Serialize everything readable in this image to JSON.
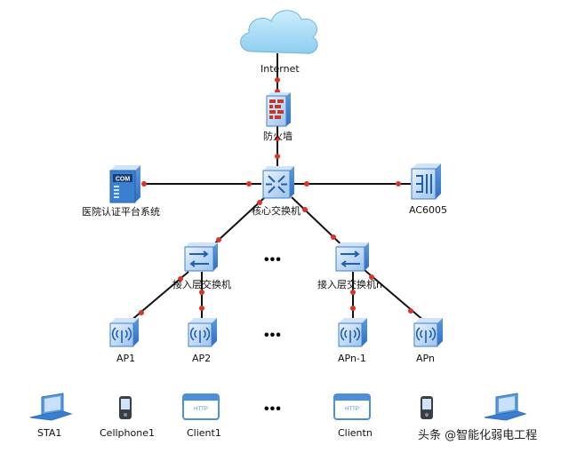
{
  "labels": {
    "internet": "Internet",
    "firewall": "防火墙",
    "core_switch": "核心交换机",
    "hospital_auth": "医院认证平台系统",
    "ac": "AC6005",
    "access_switch_1": "接入层交换机",
    "access_switch_n": "接入层交换机n",
    "ap1": "AP1",
    "ap2": "AP2",
    "apn1": "APn-1",
    "apn": "APn",
    "sta1": "STA1",
    "cellphone1": "Cellphone1",
    "client1": "Client1",
    "clientn": "Clientn",
    "server_screen_text": "COM",
    "browser_tab_text": "HTTP"
  },
  "ellipsis": "•••",
  "watermark": "头条 @智能化弱电工程",
  "colors": {
    "link": "#111111",
    "link_dot": "#d9342b",
    "device_blue": "#4d8fd8",
    "cloud": "#9ed4f0"
  }
}
